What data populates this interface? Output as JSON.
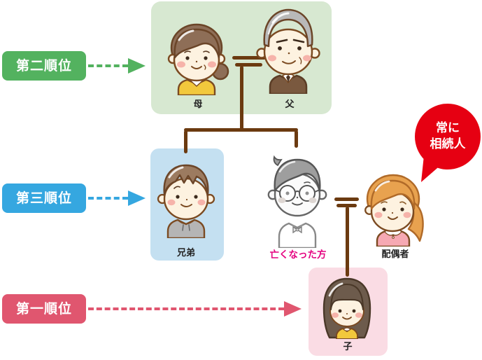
{
  "ranks": {
    "second": {
      "label": "第二順位",
      "color": "#53b25f"
    },
    "third": {
      "label": "第三順位",
      "color": "#35a7e0"
    },
    "first": {
      "label": "第一順位",
      "color": "#e0566f"
    }
  },
  "people": {
    "mother": {
      "label": "母"
    },
    "father": {
      "label": "父"
    },
    "sibling": {
      "label": "兄弟"
    },
    "deceased": {
      "label": "亡くなった方",
      "label_color": "#e4007f"
    },
    "spouse": {
      "label": "配偶者"
    },
    "child": {
      "label": "子"
    }
  },
  "bubble": {
    "text_line1": "常に",
    "text_line2": "相続人",
    "color": "#e60012"
  },
  "group_boxes": {
    "parents_color": "#d7e8d1",
    "sibling_color": "#c4e0f1",
    "child_color": "#fadce4"
  },
  "connector_color": "#6b3a10"
}
